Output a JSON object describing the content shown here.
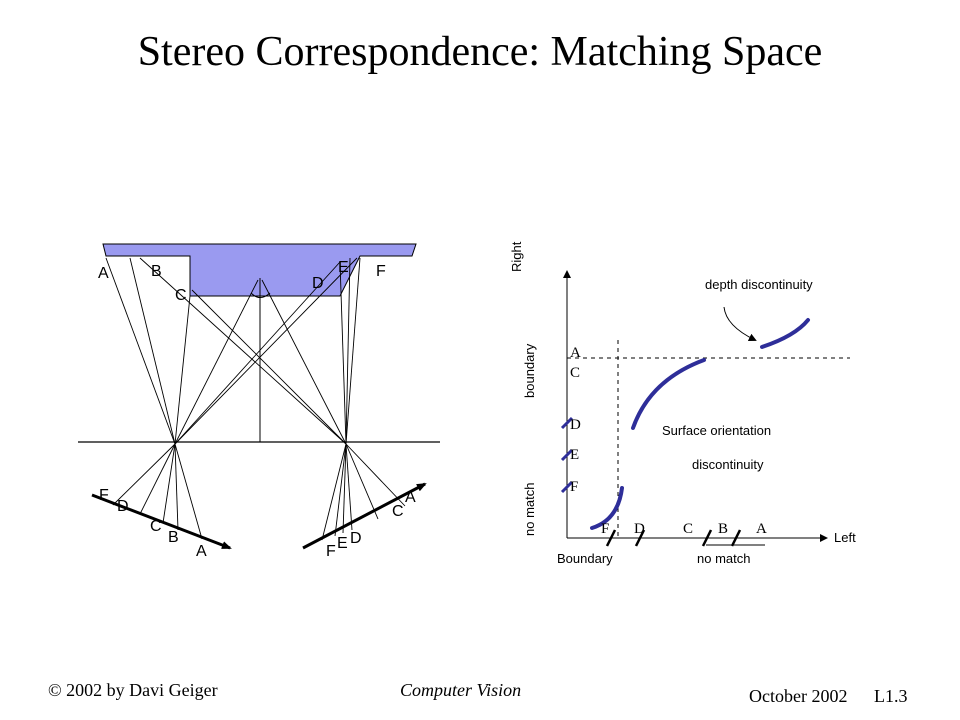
{
  "title": "Stereo Correspondence: Matching Space",
  "colors": {
    "surface": "#9a9af0",
    "curve": "#2e2e99",
    "line": "#000000"
  },
  "left_diagram": {
    "scene_labels": [
      "A",
      "B",
      "C",
      "D",
      "E",
      "F"
    ],
    "left_image_labels": [
      "F",
      "D",
      "C",
      "B",
      "A"
    ],
    "right_image_labels": [
      "A",
      "C",
      "D",
      "E",
      "F"
    ]
  },
  "right_diagram": {
    "axis_right": "Right",
    "axis_left": "Left",
    "vertical_boundary": "boundary",
    "vertical_no_match": "no match",
    "horizontal_boundary": "Boundary",
    "horizontal_no_match": "no match",
    "depth_discontinuity": "depth discontinuity",
    "surface_line1": "Surface orientation",
    "surface_line2": "discontinuity",
    "y_labels": [
      "A",
      "C",
      "D",
      "E",
      "F"
    ],
    "x_labels": [
      "F",
      "D",
      "C",
      "B",
      "A"
    ]
  },
  "footer": {
    "copyright": "© 2002 by Davi Geiger",
    "course": "Computer Vision",
    "date": "October 2002",
    "lecture": "L1.3"
  }
}
